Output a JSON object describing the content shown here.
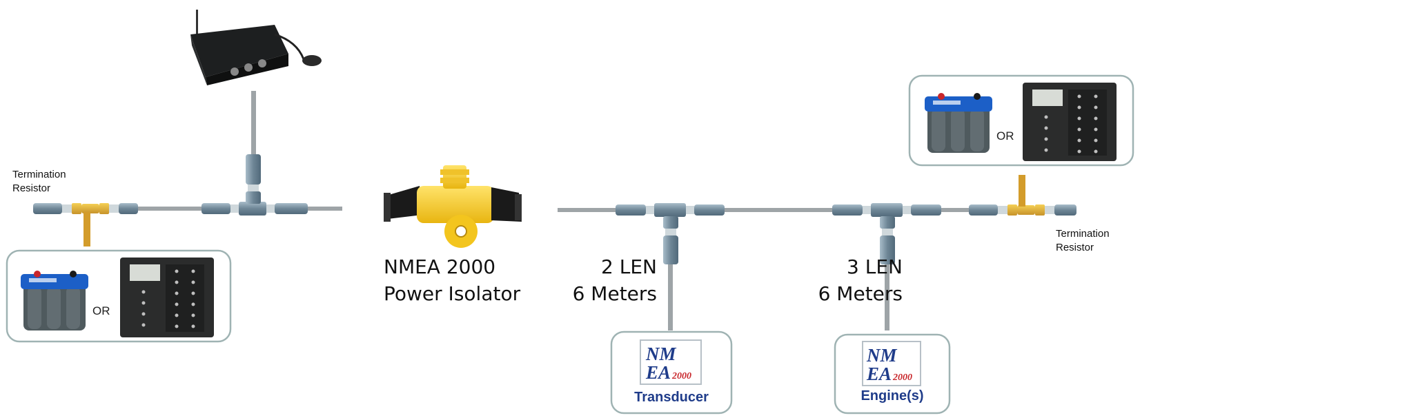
{
  "left": {
    "termination_label_line1": "Termination",
    "termination_label_line2": "Resistor",
    "or_label": "OR"
  },
  "isolator": {
    "line1": "NMEA 2000",
    "line2": "Power Isolator"
  },
  "drop1": {
    "line1": "2 LEN",
    "line2": "6 Meters",
    "device_logo_top": "NM",
    "device_logo_mid": "EA",
    "device_logo_num": "2000",
    "device_label": "Transducer"
  },
  "drop2": {
    "line1": "3 LEN",
    "line2": "6 Meters",
    "device_logo_top": "NM",
    "device_logo_mid": "EA",
    "device_logo_num": "2000",
    "device_label": "Engine(s)"
  },
  "right": {
    "termination_label_line1": "Termination",
    "termination_label_line2": "Resistor",
    "or_label": "OR"
  },
  "colors": {
    "cable": "#9ea4a7",
    "connector": "#6f8797",
    "connector_light": "#9bb0bd",
    "tee_yellow": "#e3b53a",
    "battery_blue": "#1c5fc7",
    "battery_grey": "#4f5a5e",
    "panel_dark": "#2b2c2c",
    "box_border": "#9fb3b3",
    "nmea_blue": "#1f3c8a",
    "nmea_red": "#c8262b"
  }
}
